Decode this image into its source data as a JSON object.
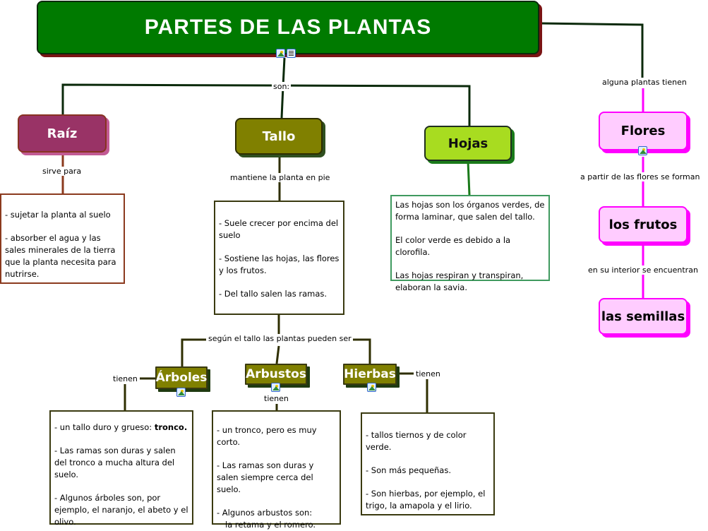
{
  "title": "PARTES DE LAS PLANTAS",
  "links": {
    "son": "son:",
    "sirve_para": "sirve para",
    "mantiene": "mantiene la planta en pie",
    "alguna": "alguna plantas tienen",
    "a_partir": "a partir de las flores se forman",
    "en_su_interior": "en su interior se encuentran",
    "segun": "según el tallo las plantas pueden ser",
    "tienen_arboles": "tienen",
    "tienen_arbustos": "tienen",
    "tienen_hierbas": "tienen"
  },
  "concepts": {
    "raiz": "Raíz",
    "tallo": "Tallo",
    "hojas": "Hojas",
    "flores": "Flores",
    "frutos": "los frutos",
    "semillas": "las semillas",
    "arboles": "Árboles",
    "arbustos": "Arbustos",
    "hierbas": "Hierbas"
  },
  "boxes": {
    "raiz": [
      "- sujetar la planta al suelo",
      "- absorber el agua y las sales minerales de la tierra  que la planta necesita para nutrirse."
    ],
    "tallo": [
      "- Suele crecer por encima del suelo",
      "- Sostiene las hojas, las flores y los frutos.",
      "- Del tallo salen las ramas."
    ],
    "hojas": [
      "Las hojas son los órganos verdes, de forma laminar, que salen del tallo.",
      "El color verde es debido a la clorofila.",
      "Las hojas respiran y transpiran, elaboran la savia."
    ],
    "arboles": {
      "p1_prefix": "- un tallo duro y grueso: ",
      "p1_bold": "tronco.",
      "p2": "-  Las ramas son duras y salen del tronco a mucha altura del suelo.",
      "p3": "- Algunos árboles son, por ejemplo, el naranjo, el abeto y el olivo."
    },
    "arbustos": {
      "p1": "- un tronco, pero es muy corto.",
      "p2": "- Las ramas son duras y salen siempre cerca del suelo.",
      "p3a": "- Algunos arbustos son:",
      "p3b": "la retama y el romero."
    },
    "hierbas": [
      "- tallos tiernos y de color verde.",
      "- Son más pequeñas.",
      "- Son hierbas, por ejemplo, el trigo, la amapola y el lirio."
    ]
  },
  "icons": [
    "image-attachment-icon",
    "document-attachment-icon"
  ]
}
